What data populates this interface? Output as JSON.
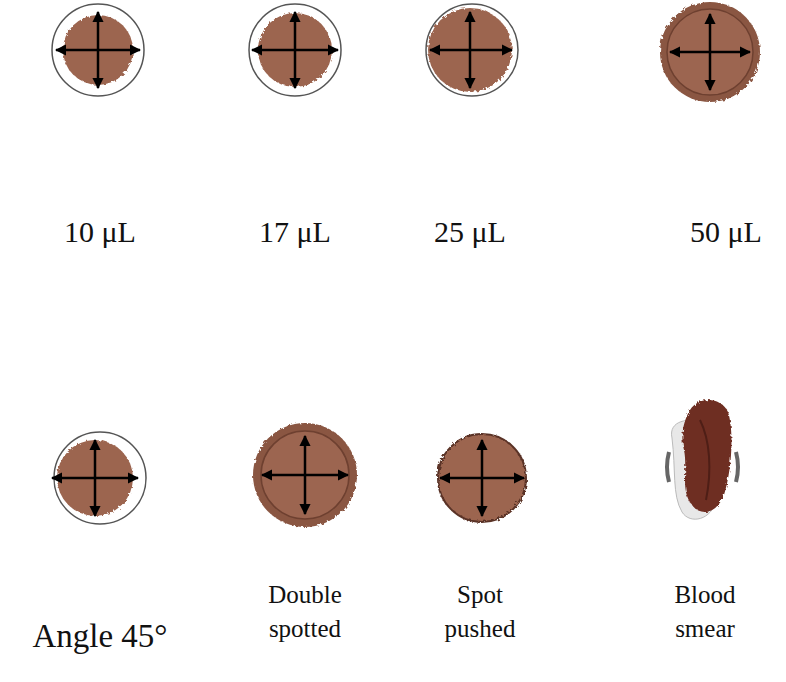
{
  "diagram": {
    "labels": [
      "10 μL",
      "17 μL",
      "25 μL",
      "50 μL",
      "Angle 45°",
      "Double spotted",
      "Spot pushed",
      "Blood smear"
    ]
  }
}
